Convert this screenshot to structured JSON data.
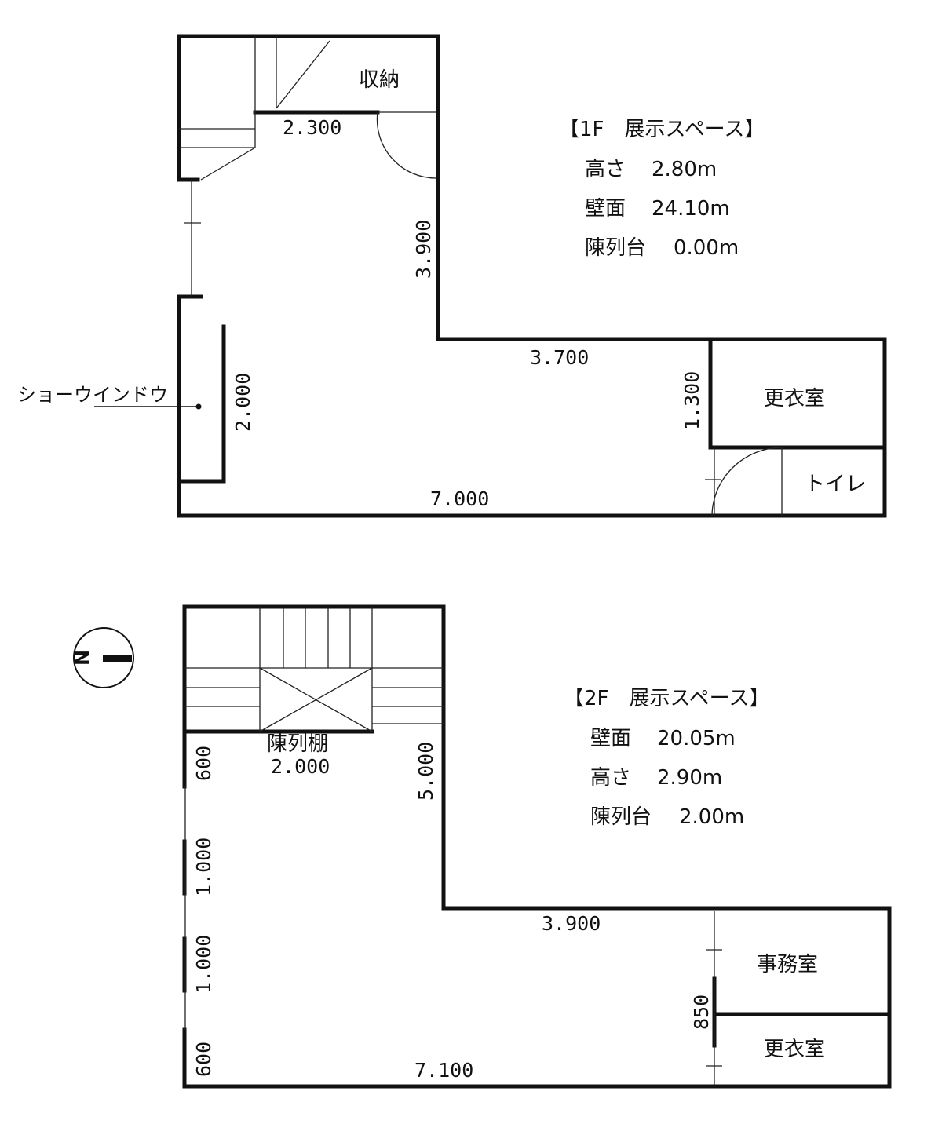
{
  "floor1": {
    "heading": "【1F　展示スペース】",
    "specs": [
      {
        "label": "高さ",
        "value": "2.80m"
      },
      {
        "label": "壁面",
        "value": "24.10m"
      },
      {
        "label": "陳列台",
        "value": "0.00m"
      }
    ],
    "rooms": {
      "storage": "収納",
      "fitting_room": "更衣室",
      "toilet": "トイレ"
    },
    "callout": "ショーウインドウ",
    "dimensions": {
      "storage_wall": "2.300",
      "east_upper": "3.900",
      "step_wall": "3.700",
      "fitting_wall": "1.300",
      "show_window": "2.000",
      "south_wall": "7.000"
    }
  },
  "floor2": {
    "heading": "【2F　展示スペース】",
    "specs": [
      {
        "label": "壁面",
        "value": "20.05m"
      },
      {
        "label": "高さ",
        "value": "2.90m"
      },
      {
        "label": "陳列台",
        "value": "2.00m"
      }
    ],
    "rooms": {
      "display_shelf": "陳列棚",
      "office": "事務室",
      "fitting_room": "更衣室"
    },
    "north_label": "N",
    "dimensions": {
      "shelf": "2.000",
      "east_upper": "5.000",
      "step_wall": "3.900",
      "west_top": "600",
      "west_seg1": "1.000",
      "west_seg2": "1.000",
      "west_bottom": "600",
      "partition": "850",
      "south_wall": "7.100"
    }
  }
}
